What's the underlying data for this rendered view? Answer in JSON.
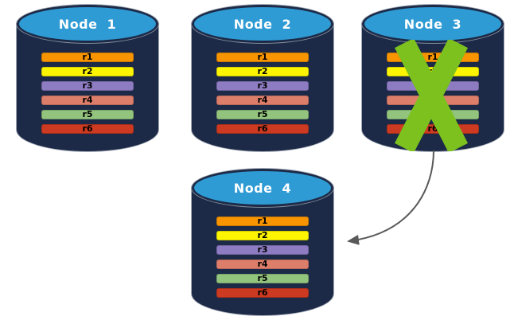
{
  "diagram": {
    "nodes": [
      {
        "label": "Node 1",
        "failed": false
      },
      {
        "label": "Node 2",
        "failed": false
      },
      {
        "label": "Node 3",
        "failed": true
      },
      {
        "label": "Node 4",
        "failed": false
      }
    ],
    "records": [
      {
        "label": "r1",
        "color": "#F79400"
      },
      {
        "label": "r2",
        "color": "#FCF400"
      },
      {
        "label": "r3",
        "color": "#8E7CC3"
      },
      {
        "label": "r4",
        "color": "#DD7E6B"
      },
      {
        "label": "r5",
        "color": "#93C47D"
      },
      {
        "label": "r6",
        "color": "#CC3A21"
      }
    ],
    "colors": {
      "cylinder_body": "#1C2A47",
      "cylinder_top": "#2F9BD4",
      "node_label": "#FFFFFF",
      "record_label": "#000000",
      "failure_x": "#7CC11E",
      "arrow": "#595959"
    },
    "arrow": {
      "from": "Node 3",
      "to": "Node 4"
    }
  }
}
